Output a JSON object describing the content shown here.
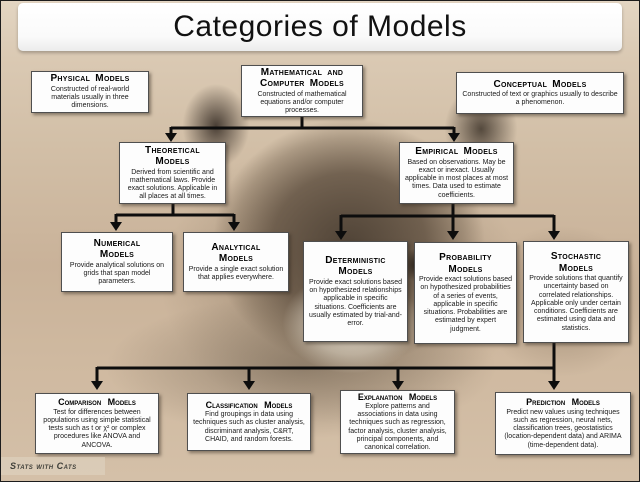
{
  "slide": {
    "title": "Categories of Models",
    "watermark": "Stats with Cats"
  },
  "colors": {
    "box_background": "#fdfdfd",
    "box_border": "#4f4f4f",
    "connector": "#0d0d0d",
    "carpet_tan": "#cdb79c",
    "title_bar": "#ffffff"
  },
  "boxes": [
    {
      "id": "physical",
      "title": "Physical Models",
      "desc": "Constructed of real-world materials usually in three dimensions."
    },
    {
      "id": "mathematical",
      "title": "Mathematical and Computer Models",
      "desc": "Constructed of mathematical equations and/or computer processes."
    },
    {
      "id": "conceptual",
      "title": "Conceptual Models",
      "desc": "Constructed of text or graphics usually to describe a phenomenon."
    },
    {
      "id": "theoretical",
      "title": "Theoretical Models",
      "desc": "Derived from scientific and mathematical laws. Provide exact solutions. Applicable in all places at all times."
    },
    {
      "id": "empirical",
      "title": "Empirical Models",
      "desc": "Based on observations. May be exact or inexact. Usually applicable in most places at most times. Data used to estimate coefficients."
    },
    {
      "id": "numerical",
      "title": "Numerical Models",
      "desc": "Provide analytical solutions on grids that span model parameters."
    },
    {
      "id": "analytical",
      "title": "Analytical Models",
      "desc": "Provide a single exact solution that applies everywhere."
    },
    {
      "id": "deterministic",
      "title": "Deterministic Models",
      "desc": "Provide exact solutions based on hypothesized relationships applicable in specific situations. Coefficients are usually estimated by trial-and-error."
    },
    {
      "id": "probability",
      "title": "Probability Models",
      "desc": "Provide exact solutions based on hypothesized probabilities of a series of events, applicable in specific situations. Probabilities are estimated by expert judgment."
    },
    {
      "id": "stochastic",
      "title": "Stochastic Models",
      "desc": "Provide solutions that quantify uncertainty based on correlated relationships. Applicable only under certain conditions. Coefficients are estimated using data and statistics."
    },
    {
      "id": "comparison",
      "title": "Comparison Models",
      "desc": "Test for differences between populations using simple statistical tests such as t or χ² or complex procedures like ANOVA and ANCOVA."
    },
    {
      "id": "classification",
      "title": "Classification Models",
      "desc": "Find groupings in data using techniques such as cluster analysis, discriminant analysis, C&RT, CHAID, and random forests."
    },
    {
      "id": "explanation",
      "title": "Explanation Models",
      "desc": "Explore patterns and associations in data using techniques such as regression, factor analysis, cluster analysis, principal components, and canonical correlation."
    },
    {
      "id": "prediction",
      "title": "Prediction Models",
      "desc": "Predict new values using techniques such as regression, neural nets, classification trees, geostatistics (location-dependent data) and ARIMA (time-dependent data)."
    }
  ]
}
